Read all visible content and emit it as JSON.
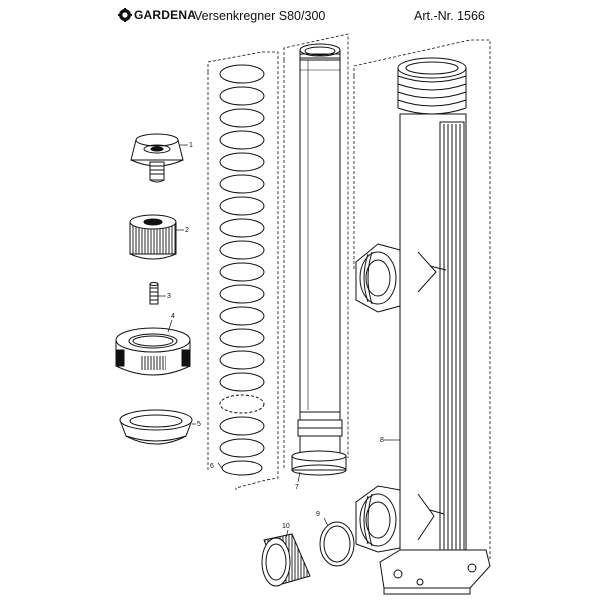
{
  "header": {
    "brand": "GARDENA",
    "product_title": "Versenkregner S80/300",
    "article_number": "Art.-Nr. 1566"
  },
  "callouts": [
    "1",
    "2",
    "3",
    "4",
    "5",
    "6",
    "7",
    "8",
    "9",
    "10"
  ],
  "colors": {
    "ink": "#111111",
    "paper": "#ffffff"
  },
  "icons": [
    "gardena-logo-icon"
  ]
}
